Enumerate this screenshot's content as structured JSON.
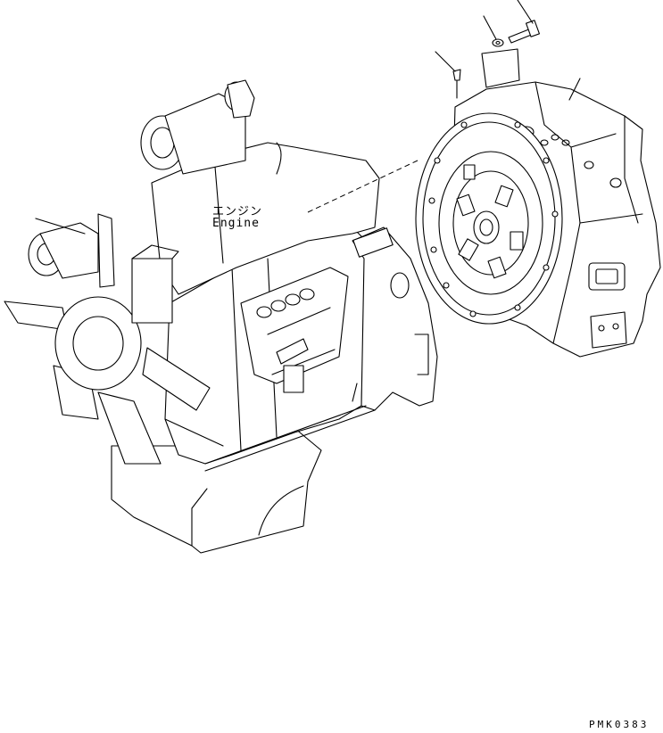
{
  "labels": {
    "engine_jp": "エンジン",
    "engine_en": "Engine"
  },
  "part_code": "PMK0383",
  "colors": {
    "line": "#000000",
    "background": "#ffffff"
  }
}
